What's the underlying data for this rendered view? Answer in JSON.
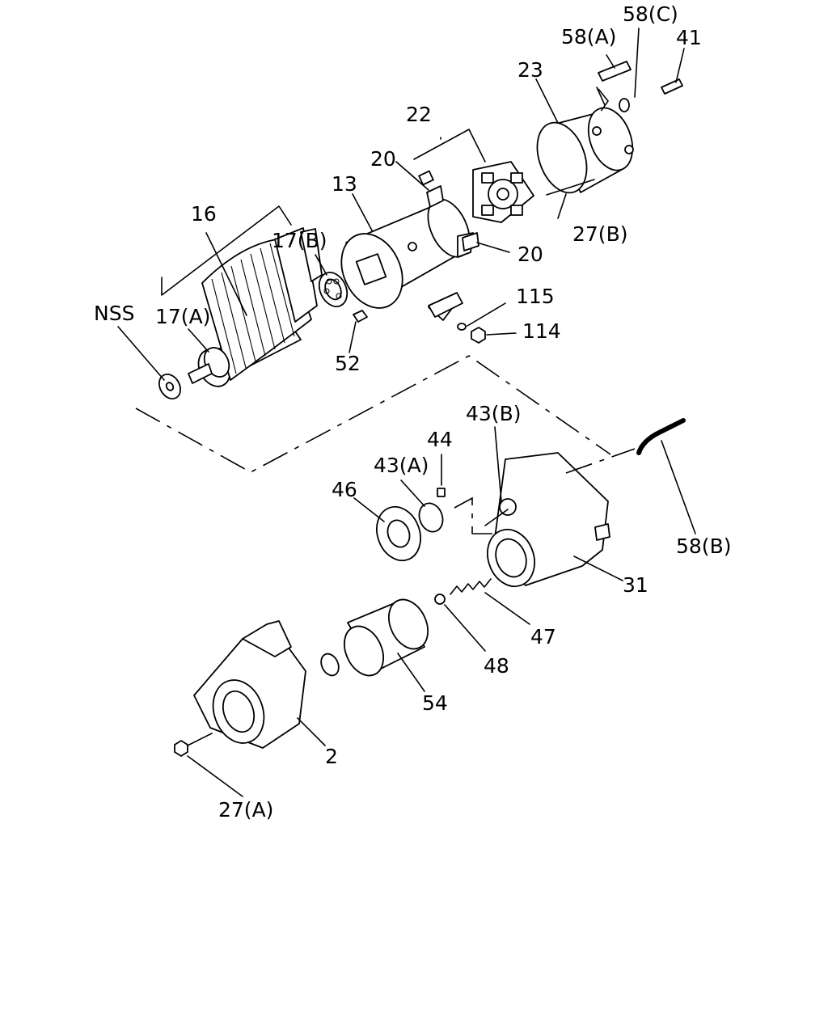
{
  "labels": {
    "l58c": "58(C)",
    "l41": "41",
    "l58a": "58(A)",
    "l23": "23",
    "l22": "22",
    "l20a": "20",
    "l13": "13",
    "l20b": "20",
    "l27b": "27(B)",
    "l16": "16",
    "l17b": "17(B)",
    "lnss": "NSS",
    "l17a": "17(A)",
    "l115": "115",
    "l114": "114",
    "l52": "52",
    "l43b": "43(B)",
    "l44": "44",
    "l43a": "43(A)",
    "l46": "46",
    "l58b": "58(B)",
    "l31": "31",
    "l47": "47",
    "l48": "48",
    "l54": "54",
    "l2": "2",
    "l27a": "27(A)"
  }
}
